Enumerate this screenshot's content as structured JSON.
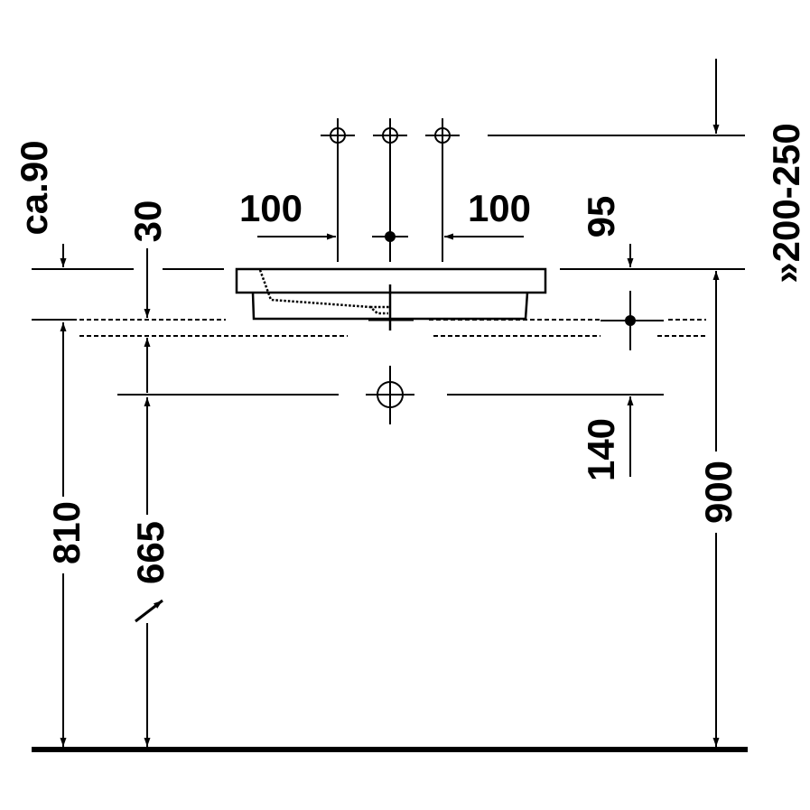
{
  "drawing": {
    "labels": {
      "ca90": "ca.90",
      "d30": "30",
      "d100_left": "100",
      "d100_right": "100",
      "d95": "95",
      "d200_250": "»200-250",
      "d140": "140",
      "d810": "810",
      "d665": "665",
      "d900": "900"
    },
    "colors": {
      "ink": "#000000",
      "background": "#ffffff"
    }
  }
}
